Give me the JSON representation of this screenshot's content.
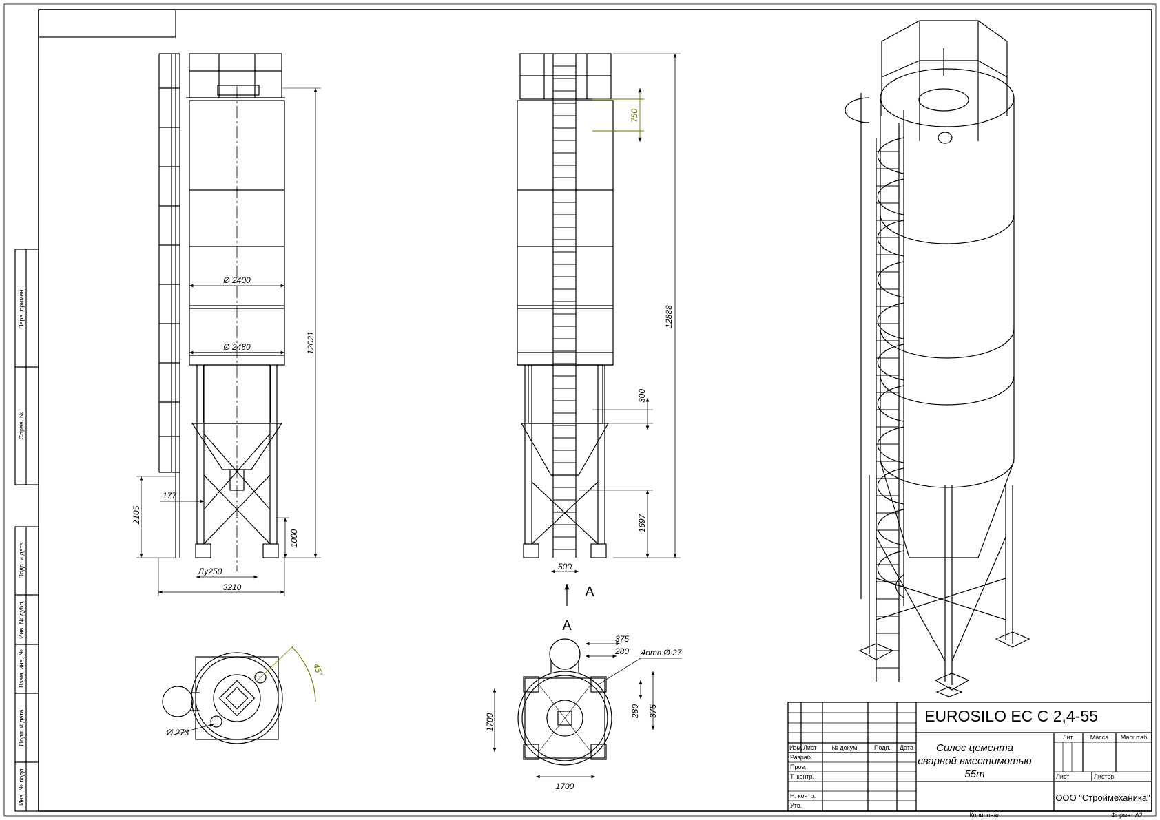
{
  "side_stamp": {
    "first_use": "Перв. примен.",
    "ref_no": "Справ. №",
    "sign_date_1": "Подп. и дата",
    "dup_inv": "Инв. № дубл.",
    "replace_inv": "Взам. инв. №",
    "sign_date_2": "Подп. и дата",
    "orig_inv": "Инв. № подл."
  },
  "front_view": {
    "dia_2400": "Ø 2400",
    "dia_2480": "Ø 2480",
    "h_12021": "12021",
    "h_2105": "2105",
    "w_177": "177",
    "h_1000": "1000",
    "du250": "Ду250",
    "w_3210": "3210"
  },
  "side_view": {
    "d_750": "750",
    "h_12888": "12888",
    "d_300": "300",
    "d_1697": "1697",
    "w_500": "500",
    "arrow_label": "А"
  },
  "top_view": {
    "dia_273": "Ø 273",
    "angle_45": "45°"
  },
  "view_a": {
    "title": "А",
    "d_375a": "375",
    "d_280a": "280",
    "holes": "4отв.Ø 27",
    "d_280b": "280",
    "d_375b": "375",
    "d_1700v": "1700",
    "d_1700h": "1700"
  },
  "title_block": {
    "product_code": "EUROSILO EC C 2,4-55",
    "name_line1": "Силос цемента",
    "name_line2": "сварной вместимотью",
    "name_line3": "55m",
    "col_izm": "Изм.",
    "col_list": "Лист",
    "col_doc": "№ докум.",
    "col_sign": "Подп.",
    "col_date": "Дата",
    "row_razrab": "Разраб.",
    "row_prov": "Пров.",
    "row_tkontr": "Т. контр.",
    "row_nkontr": "Н. контр.",
    "row_utv": "Утв.",
    "lit": "Лит.",
    "mass": "Масса",
    "scale": "Масштаб",
    "sheet": "Лист",
    "sheets": "Листов",
    "company": "ООО \"Строймеханика\"",
    "copied": "Копировал",
    "format": "Формат А2"
  }
}
